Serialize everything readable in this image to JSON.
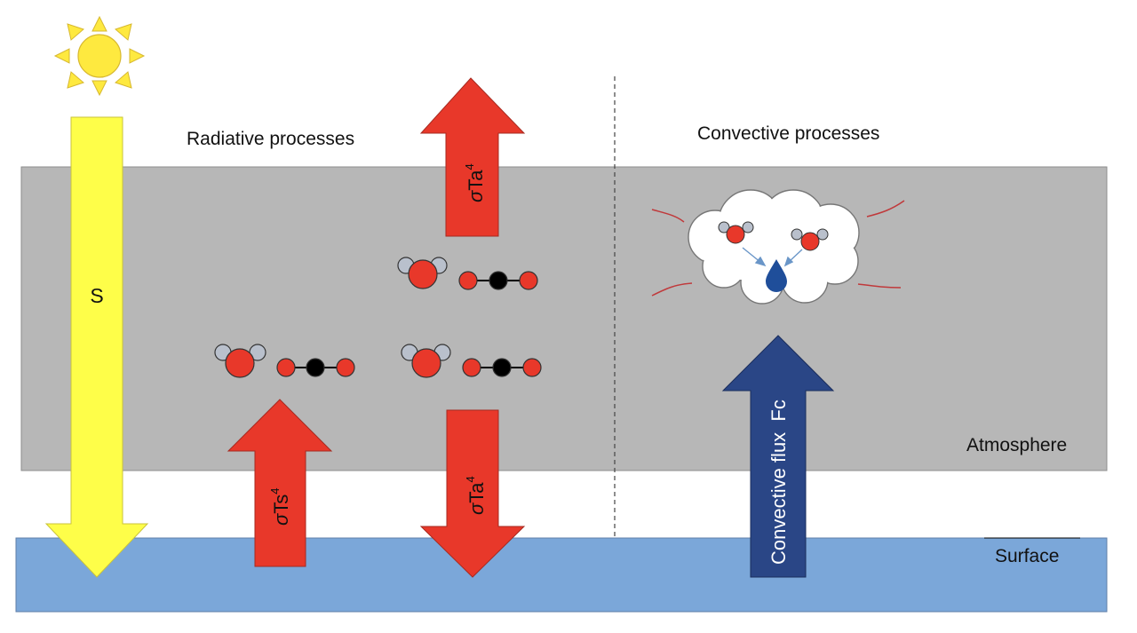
{
  "labels": {
    "radiative": "Radiative processes",
    "convective": "Convective processes",
    "atmosphere": "Atmosphere",
    "surface": "Surface"
  },
  "arrows": {
    "solar": {
      "text": "S"
    },
    "surface_emission": {
      "symbol": "σ",
      "base": "Ts",
      "exponent": "4"
    },
    "atmos_up": {
      "symbol": "σ",
      "base": "Ta",
      "exponent": "4"
    },
    "atmos_down": {
      "symbol": "σ",
      "base": "Ta",
      "exponent": "4"
    },
    "convective": {
      "text": "Convective flux  Fc"
    }
  },
  "colors": {
    "atmosphere": "#b7b7b7",
    "surface": "#7ba7d9",
    "solar": "#fefe49",
    "radiation": "#e8382a",
    "convection": "#2a4686",
    "oxygen": "#e8382a",
    "hydrogen": "#b9c0cc",
    "carbon": "#000000",
    "cloud": "#ffffff",
    "droplet": "#1f4e9a"
  },
  "icons": {
    "sun": "sun-icon",
    "cloud": "cloud-icon",
    "droplet": "water-droplet-icon",
    "water_molecule": "water-molecule-icon",
    "co2_molecule": "co2-molecule-icon"
  }
}
